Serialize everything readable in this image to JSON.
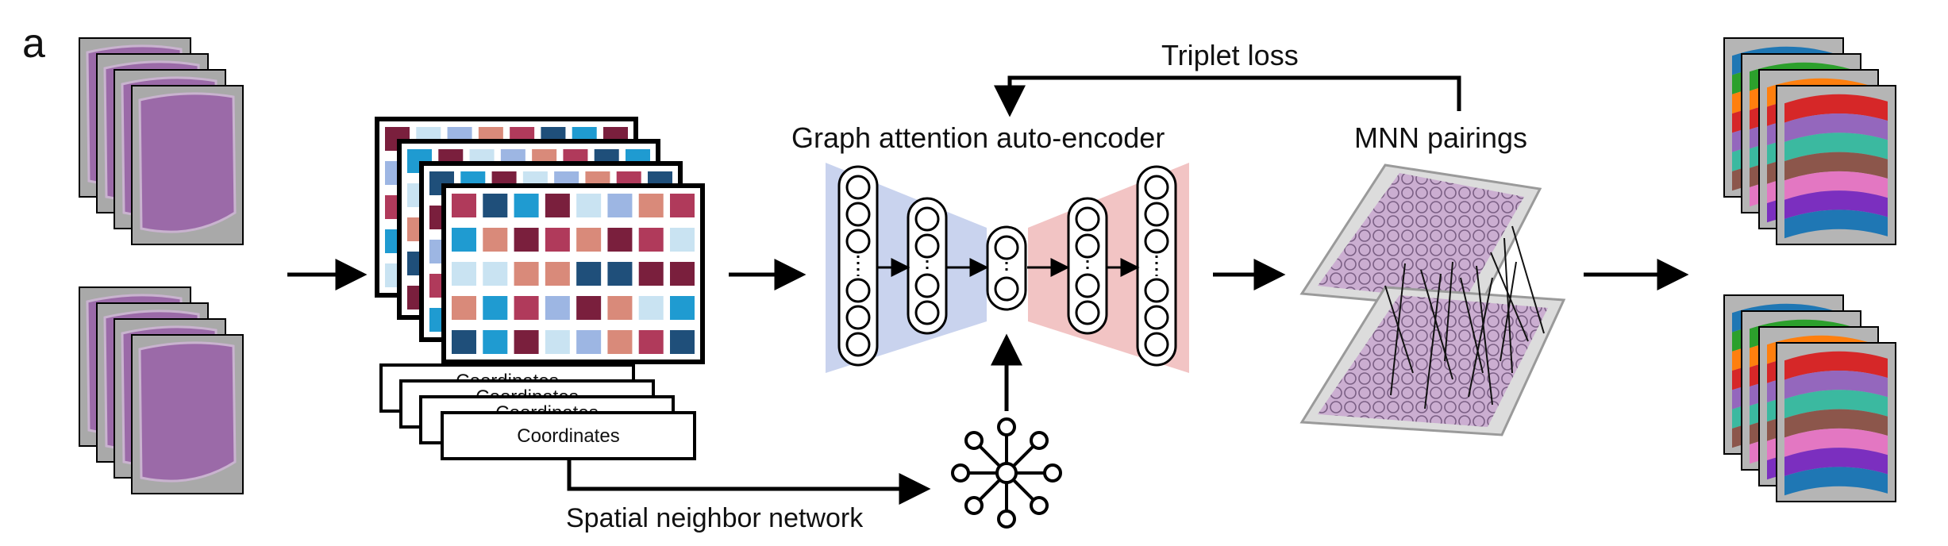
{
  "panel_label": "a",
  "labels": {
    "triplet_loss": "Triplet loss",
    "gat_title": "Graph attention auto-encoder",
    "mnn_title": "MNN pairings",
    "spatial_network": "Spatial neighbor network",
    "coordinates": [
      "Coordinates",
      "Coordinates",
      "Coordinates",
      "Coordinates"
    ]
  },
  "colors": {
    "tissue": "#9b6aa8",
    "tissue_light": "#c9b3cf",
    "slide_bg": "#a9a9a9",
    "encoder_fill": "#c9d3ee",
    "decoder_fill": "#f2c4c4",
    "matrix_palette": [
      "#7a1f3d",
      "#d98a7a",
      "#1f9bd1",
      "#9db6e3",
      "#1f4f7a",
      "#c9e3f2",
      "#b03a5b"
    ],
    "cluster_palette": [
      "#1f77b4",
      "#2ca02c",
      "#ff7f0e",
      "#d62728",
      "#9467bd",
      "#3bb9a0",
      "#8c564b",
      "#e377c2",
      "#7b2fbf"
    ]
  },
  "icons": {
    "network": "graph-network-icon"
  }
}
